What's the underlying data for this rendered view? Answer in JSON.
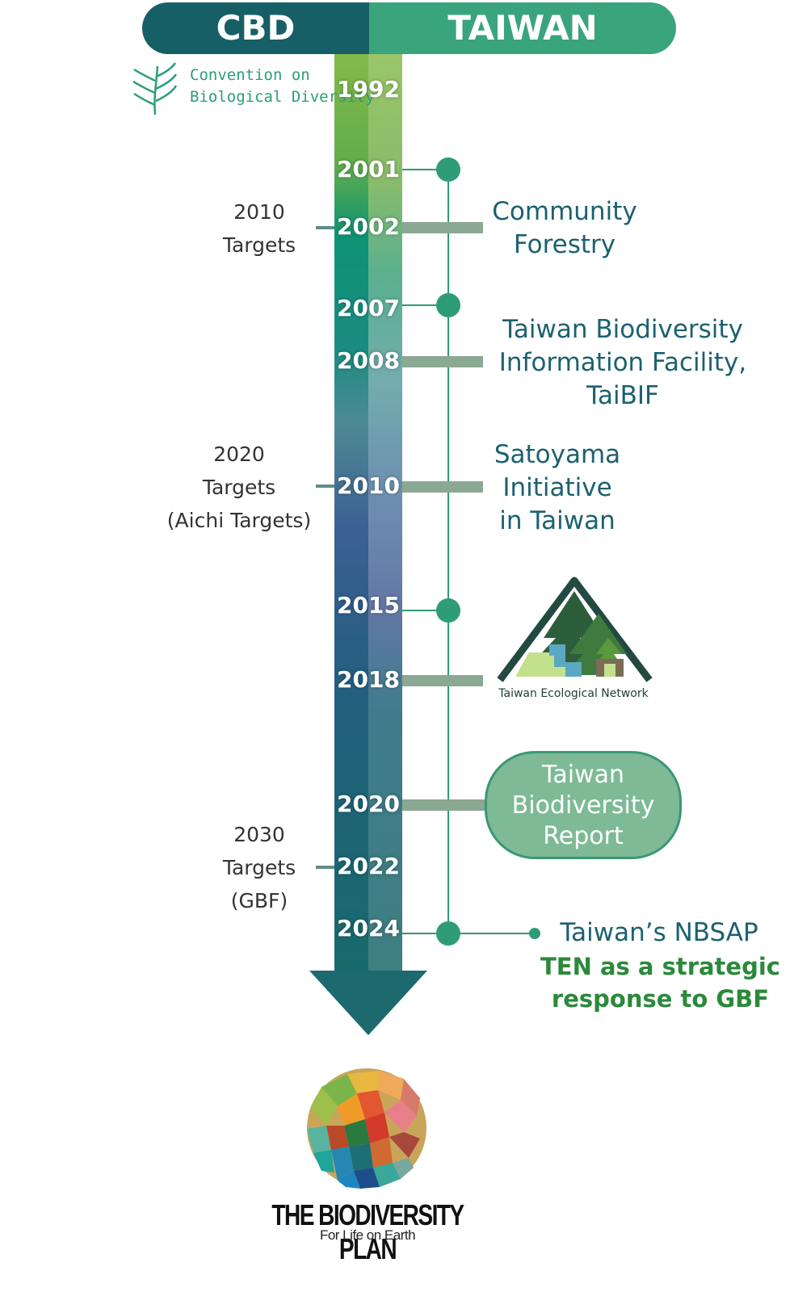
{
  "header": {
    "left": "CBD",
    "right": "TAIWAN"
  },
  "cbd_logo": {
    "line1": "Convention on",
    "line2": "Biological Diversity"
  },
  "years": [
    "1992",
    "2001",
    "2002",
    "2007",
    "2008",
    "2010",
    "2015",
    "2018",
    "2020",
    "2022",
    "2024"
  ],
  "cbd_targets": [
    {
      "lines": [
        "2010",
        "Targets"
      ]
    },
    {
      "lines": [
        "2020",
        "Targets",
        "(Aichi Targets)"
      ]
    },
    {
      "lines": [
        "2030",
        "Targets",
        "(GBF)"
      ]
    }
  ],
  "taiwan": {
    "community_forestry": [
      "Community",
      "Forestry"
    ],
    "taibif": [
      "Taiwan Biodiversity",
      "Information Facility,",
      "TaiBIF"
    ],
    "satoyama": [
      "Satoyama",
      "Initiative",
      "in Taiwan"
    ],
    "ten_logo_label": "Taiwan Ecological Network",
    "report": [
      "Taiwan",
      "Biodiversity",
      "Report"
    ],
    "nbsap": "Taiwan’s NBSAP",
    "nbsap_strategy": [
      "TEN as a strategic",
      "response to GBF"
    ]
  },
  "footer": {
    "title": "THE BIODIVERSITY PLAN",
    "subtitle": "For Life on Earth"
  },
  "colors": {
    "header_left": "#175f66",
    "header_right": "#3aa47c",
    "lime": "#7ab648",
    "teal": "#11907a",
    "blue": "#3e6796",
    "dark_teal": "#1a6d73",
    "taiwan_text": "#1c6170",
    "strategy_text": "#2a8a3a",
    "marker": "#2e9c74"
  }
}
